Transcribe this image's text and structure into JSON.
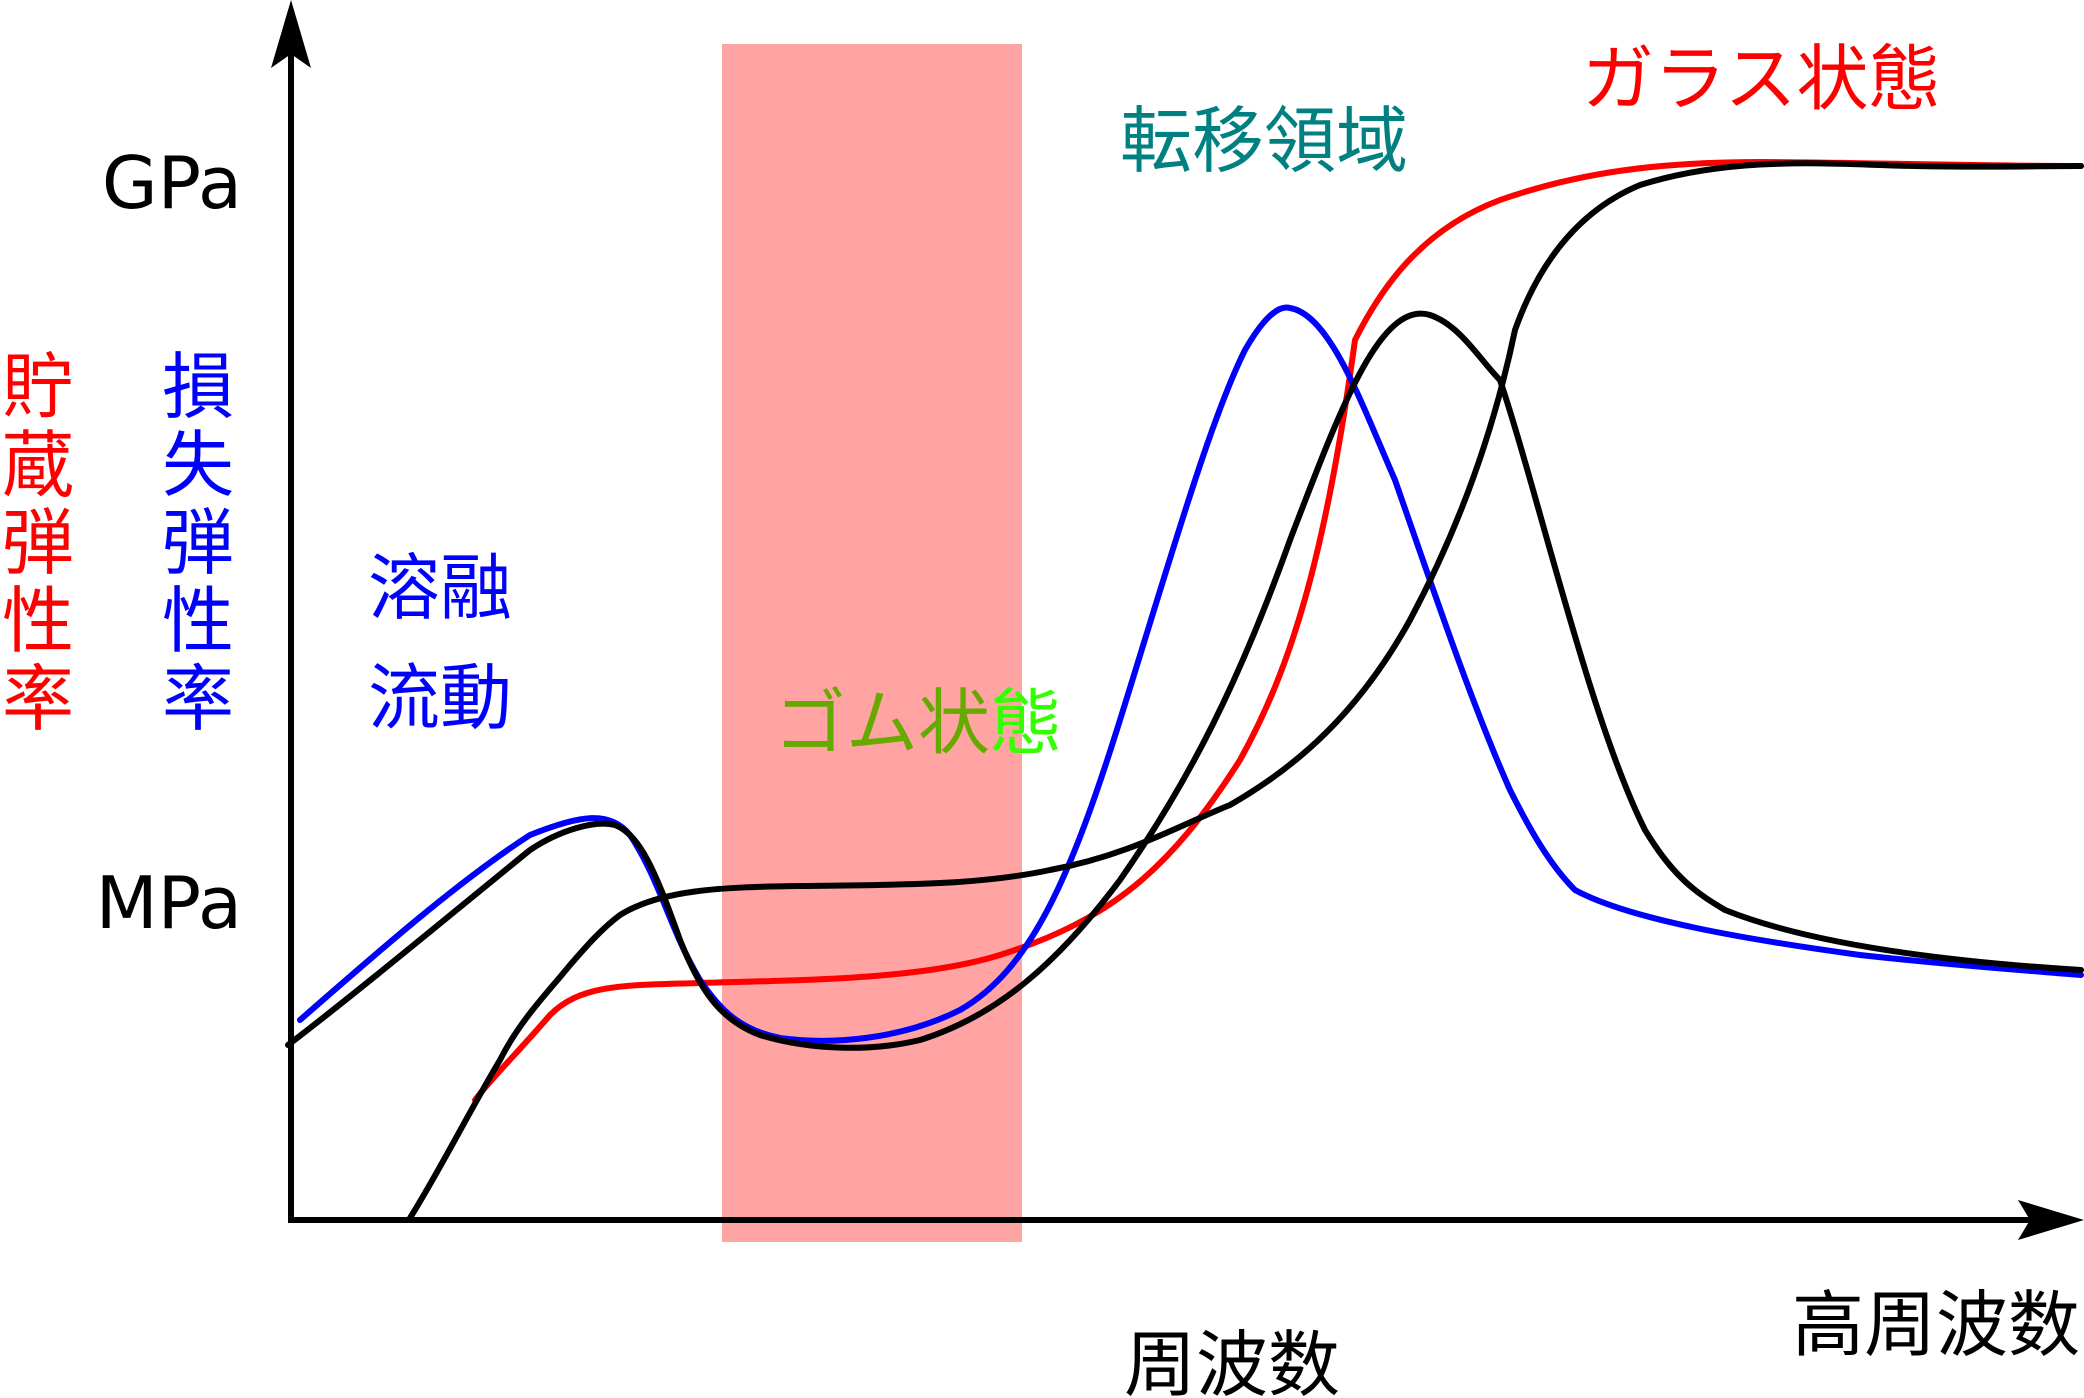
{
  "labels": {
    "y_top": "GPa",
    "y_bottom": "MPa",
    "storage_modulus": [
      "貯",
      "蔵",
      "弾",
      "性",
      "率"
    ],
    "loss_modulus": [
      "損",
      "失",
      "弾",
      "性",
      "率"
    ],
    "melt_flow_line1": "溶融",
    "melt_flow_line2": "流動",
    "rubber_state_part1": "ゴム状",
    "rubber_state_part2": "態",
    "transition_region": "転移領域",
    "glass_state": "ガラス状態",
    "x_axis": "周波数",
    "high_frequency": "高周波数"
  },
  "colors": {
    "storage": "#ff0000",
    "loss": "#0000ff",
    "black_curves": "#000000",
    "transition": "#008080",
    "rubber": "#66aa00",
    "rubber_accent": "#33ff00",
    "rubber_band": "#ff6666"
  },
  "curves": [
    {
      "name": "storage-modulus-curve",
      "color": "storage"
    },
    {
      "name": "loss-modulus-curve",
      "color": "loss"
    },
    {
      "name": "black-storage-curve",
      "color": "black_curves"
    },
    {
      "name": "black-loss-curve",
      "color": "black_curves"
    }
  ]
}
